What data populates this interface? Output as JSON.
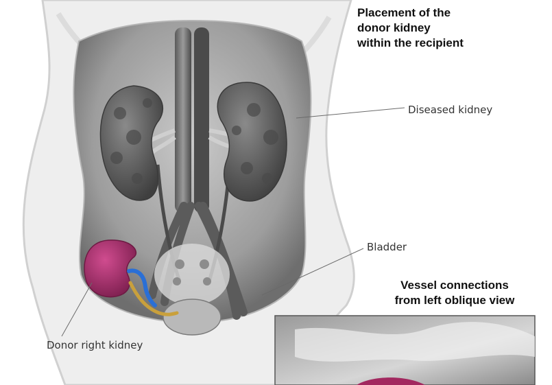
{
  "title_lines": [
    "Placement of the",
    "donor kidney",
    "within the recipient"
  ],
  "inset_title_lines": [
    "Vessel connections",
    "from left oblique view"
  ],
  "labels": {
    "diseased_kidney": "Diseased kidney",
    "bladder": "Bladder",
    "donor_kidney": "Donor right kidney"
  },
  "colors": {
    "donor_kidney": "#b0306e",
    "artery_connection": "#2a6fd6",
    "ureter_connection": "#c9a03c",
    "diseased_kidney": "#5f5f5f",
    "body_outline": "#d4d4d4"
  }
}
